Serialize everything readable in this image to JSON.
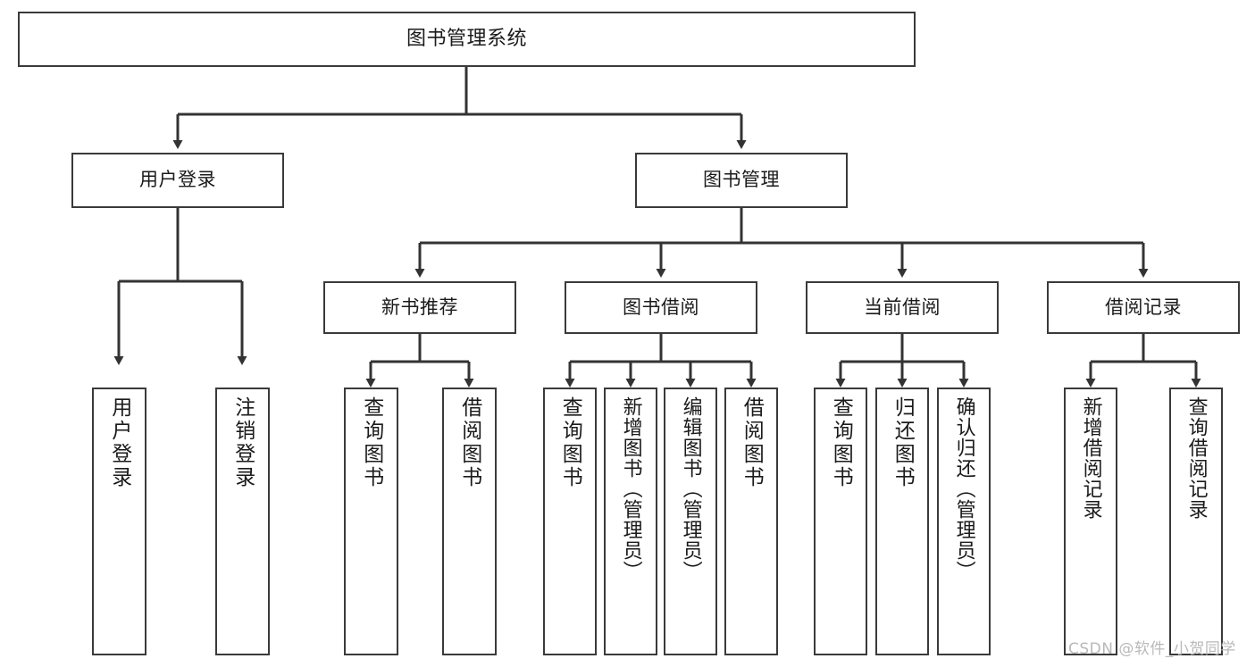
{
  "diagram": {
    "type": "tree-hierarchy",
    "title": "图书管理系统",
    "orientation": "top-down",
    "colors": {
      "box_border": "#3a3a3a",
      "box_fill": "#ffffff",
      "connector": "#333333",
      "text": "#1b1b1b",
      "watermark": "#b9b9b9",
      "background": "#ffffff"
    },
    "root": {
      "id": "root",
      "label": "图书管理系统"
    },
    "level2": [
      {
        "id": "user-login",
        "label": "用户登录"
      },
      {
        "id": "book-manage",
        "label": "图书管理"
      }
    ],
    "level3": [
      {
        "id": "new-book-recommend",
        "label": "新书推荐",
        "parent": "book-manage"
      },
      {
        "id": "book-borrow",
        "label": "图书借阅",
        "parent": "book-manage"
      },
      {
        "id": "current-borrow",
        "label": "当前借阅",
        "parent": "book-manage"
      },
      {
        "id": "borrow-record",
        "label": "借阅记录",
        "parent": "book-manage"
      }
    ],
    "leaves": [
      {
        "id": "leaf-user-login",
        "label": "用户登录",
        "parent": "user-login"
      },
      {
        "id": "leaf-logout",
        "label": "注销登录",
        "parent": "user-login"
      },
      {
        "id": "leaf-query-book-1",
        "label": "查询图书",
        "parent": "new-book-recommend"
      },
      {
        "id": "leaf-borrow-book-1",
        "label": "借阅图书",
        "parent": "new-book-recommend"
      },
      {
        "id": "leaf-query-book-2",
        "label": "查询图书",
        "parent": "book-borrow"
      },
      {
        "id": "leaf-add-book",
        "label": "新增图书（管理员）",
        "parent": "book-borrow"
      },
      {
        "id": "leaf-edit-book",
        "label": "编辑图书（管理员）",
        "parent": "book-borrow"
      },
      {
        "id": "leaf-borrow-book-2",
        "label": "借阅图书",
        "parent": "book-borrow"
      },
      {
        "id": "leaf-query-book-3",
        "label": "查询图书",
        "parent": "current-borrow"
      },
      {
        "id": "leaf-return-book",
        "label": "归还图书",
        "parent": "current-borrow"
      },
      {
        "id": "leaf-confirm-return",
        "label": "确认归还（管理员）",
        "parent": "current-borrow"
      },
      {
        "id": "leaf-add-record",
        "label": "新增借阅记录",
        "parent": "borrow-record"
      },
      {
        "id": "leaf-query-record",
        "label": "查询借阅记录",
        "parent": "borrow-record"
      }
    ]
  },
  "watermark": {
    "text": "CSDN @软件_小贺同学"
  }
}
